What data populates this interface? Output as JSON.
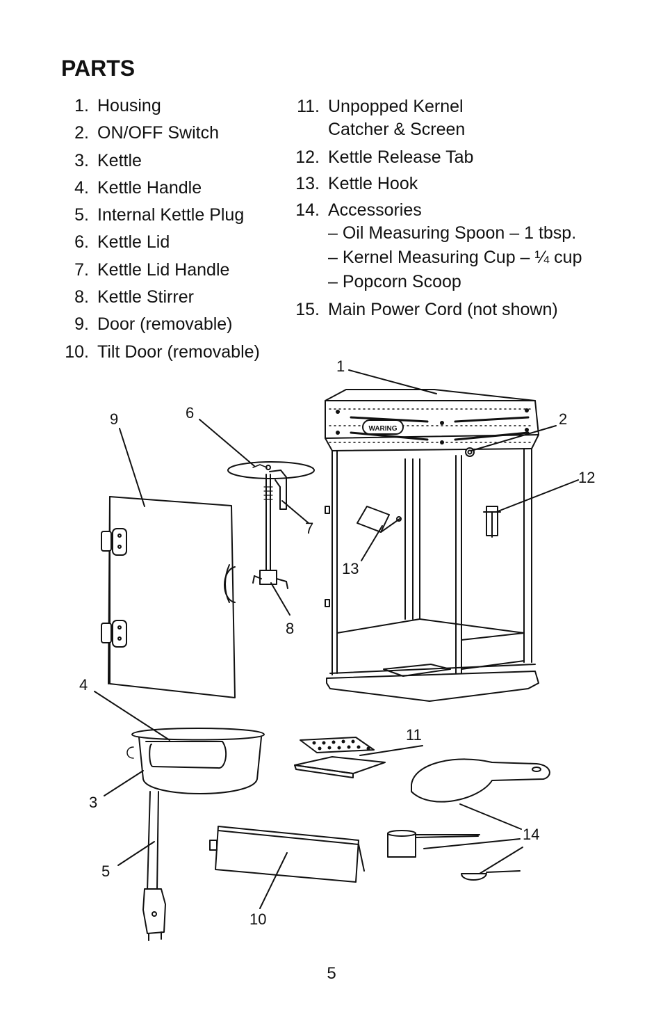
{
  "title": "PARTS",
  "page_number": "5",
  "parts_left": [
    {
      "num": "1.",
      "lines": [
        "Housing"
      ]
    },
    {
      "num": "2.",
      "lines": [
        "ON/OFF Switch"
      ]
    },
    {
      "num": "3.",
      "lines": [
        "Kettle"
      ]
    },
    {
      "num": "4.",
      "lines": [
        "Kettle Handle"
      ]
    },
    {
      "num": "5.",
      "lines": [
        "Internal Kettle Plug"
      ]
    },
    {
      "num": "6.",
      "lines": [
        "Kettle Lid"
      ]
    },
    {
      "num": "7.",
      "lines": [
        "Kettle Lid Handle"
      ]
    },
    {
      "num": "8.",
      "lines": [
        "Kettle Stirrer"
      ]
    },
    {
      "num": "9.",
      "lines": [
        "Door (removable)"
      ]
    },
    {
      "num": "10.",
      "lines": [
        "Tilt Door (removable)"
      ]
    }
  ],
  "parts_right": [
    {
      "num": "11.",
      "lines": [
        "Unpopped Kernel",
        "Catcher & Screen"
      ]
    },
    {
      "num": "12.",
      "lines": [
        "Kettle Release Tab"
      ]
    },
    {
      "num": "13.",
      "lines": [
        "Kettle Hook"
      ]
    },
    {
      "num": "14.",
      "lines": [
        "Accessories",
        "– Oil Measuring Spoon – 1 tbsp.",
        "– Kernel Measuring Cup – ¼ cup",
        "– Popcorn Scoop"
      ]
    },
    {
      "num": "15.",
      "lines": [
        "Main Power Cord (not shown)"
      ]
    }
  ],
  "callouts": [
    "1",
    "2",
    "3",
    "4",
    "5",
    "6",
    "7",
    "8",
    "9",
    "10",
    "11",
    "12",
    "13",
    "14"
  ],
  "brand_label": "WARING"
}
